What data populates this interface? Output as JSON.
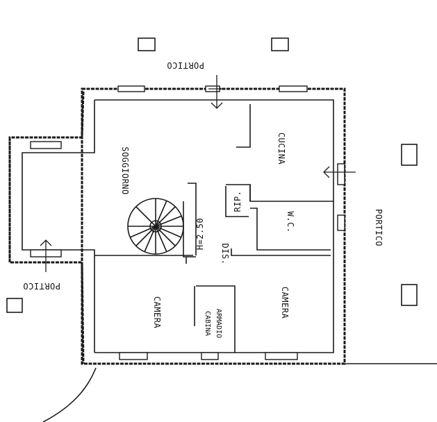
{
  "rooms": {
    "portico_top": "PORTICO",
    "portico_left": "PORTICO",
    "portico_right": "PORTICO",
    "soggiorno": "SOGGIORNO",
    "cucina": "CUCINA",
    "rip": "RIP.",
    "wc": "W.C.",
    "h_label": "H=2.50",
    "dis": "DIS.",
    "camera_left": "CAMERA",
    "camera_right": "CAMERA",
    "cabina": "CABINA",
    "armadio": "ARMADIO"
  },
  "colors": {
    "ink": "#1a1a1a",
    "paper": "#ffffff"
  }
}
